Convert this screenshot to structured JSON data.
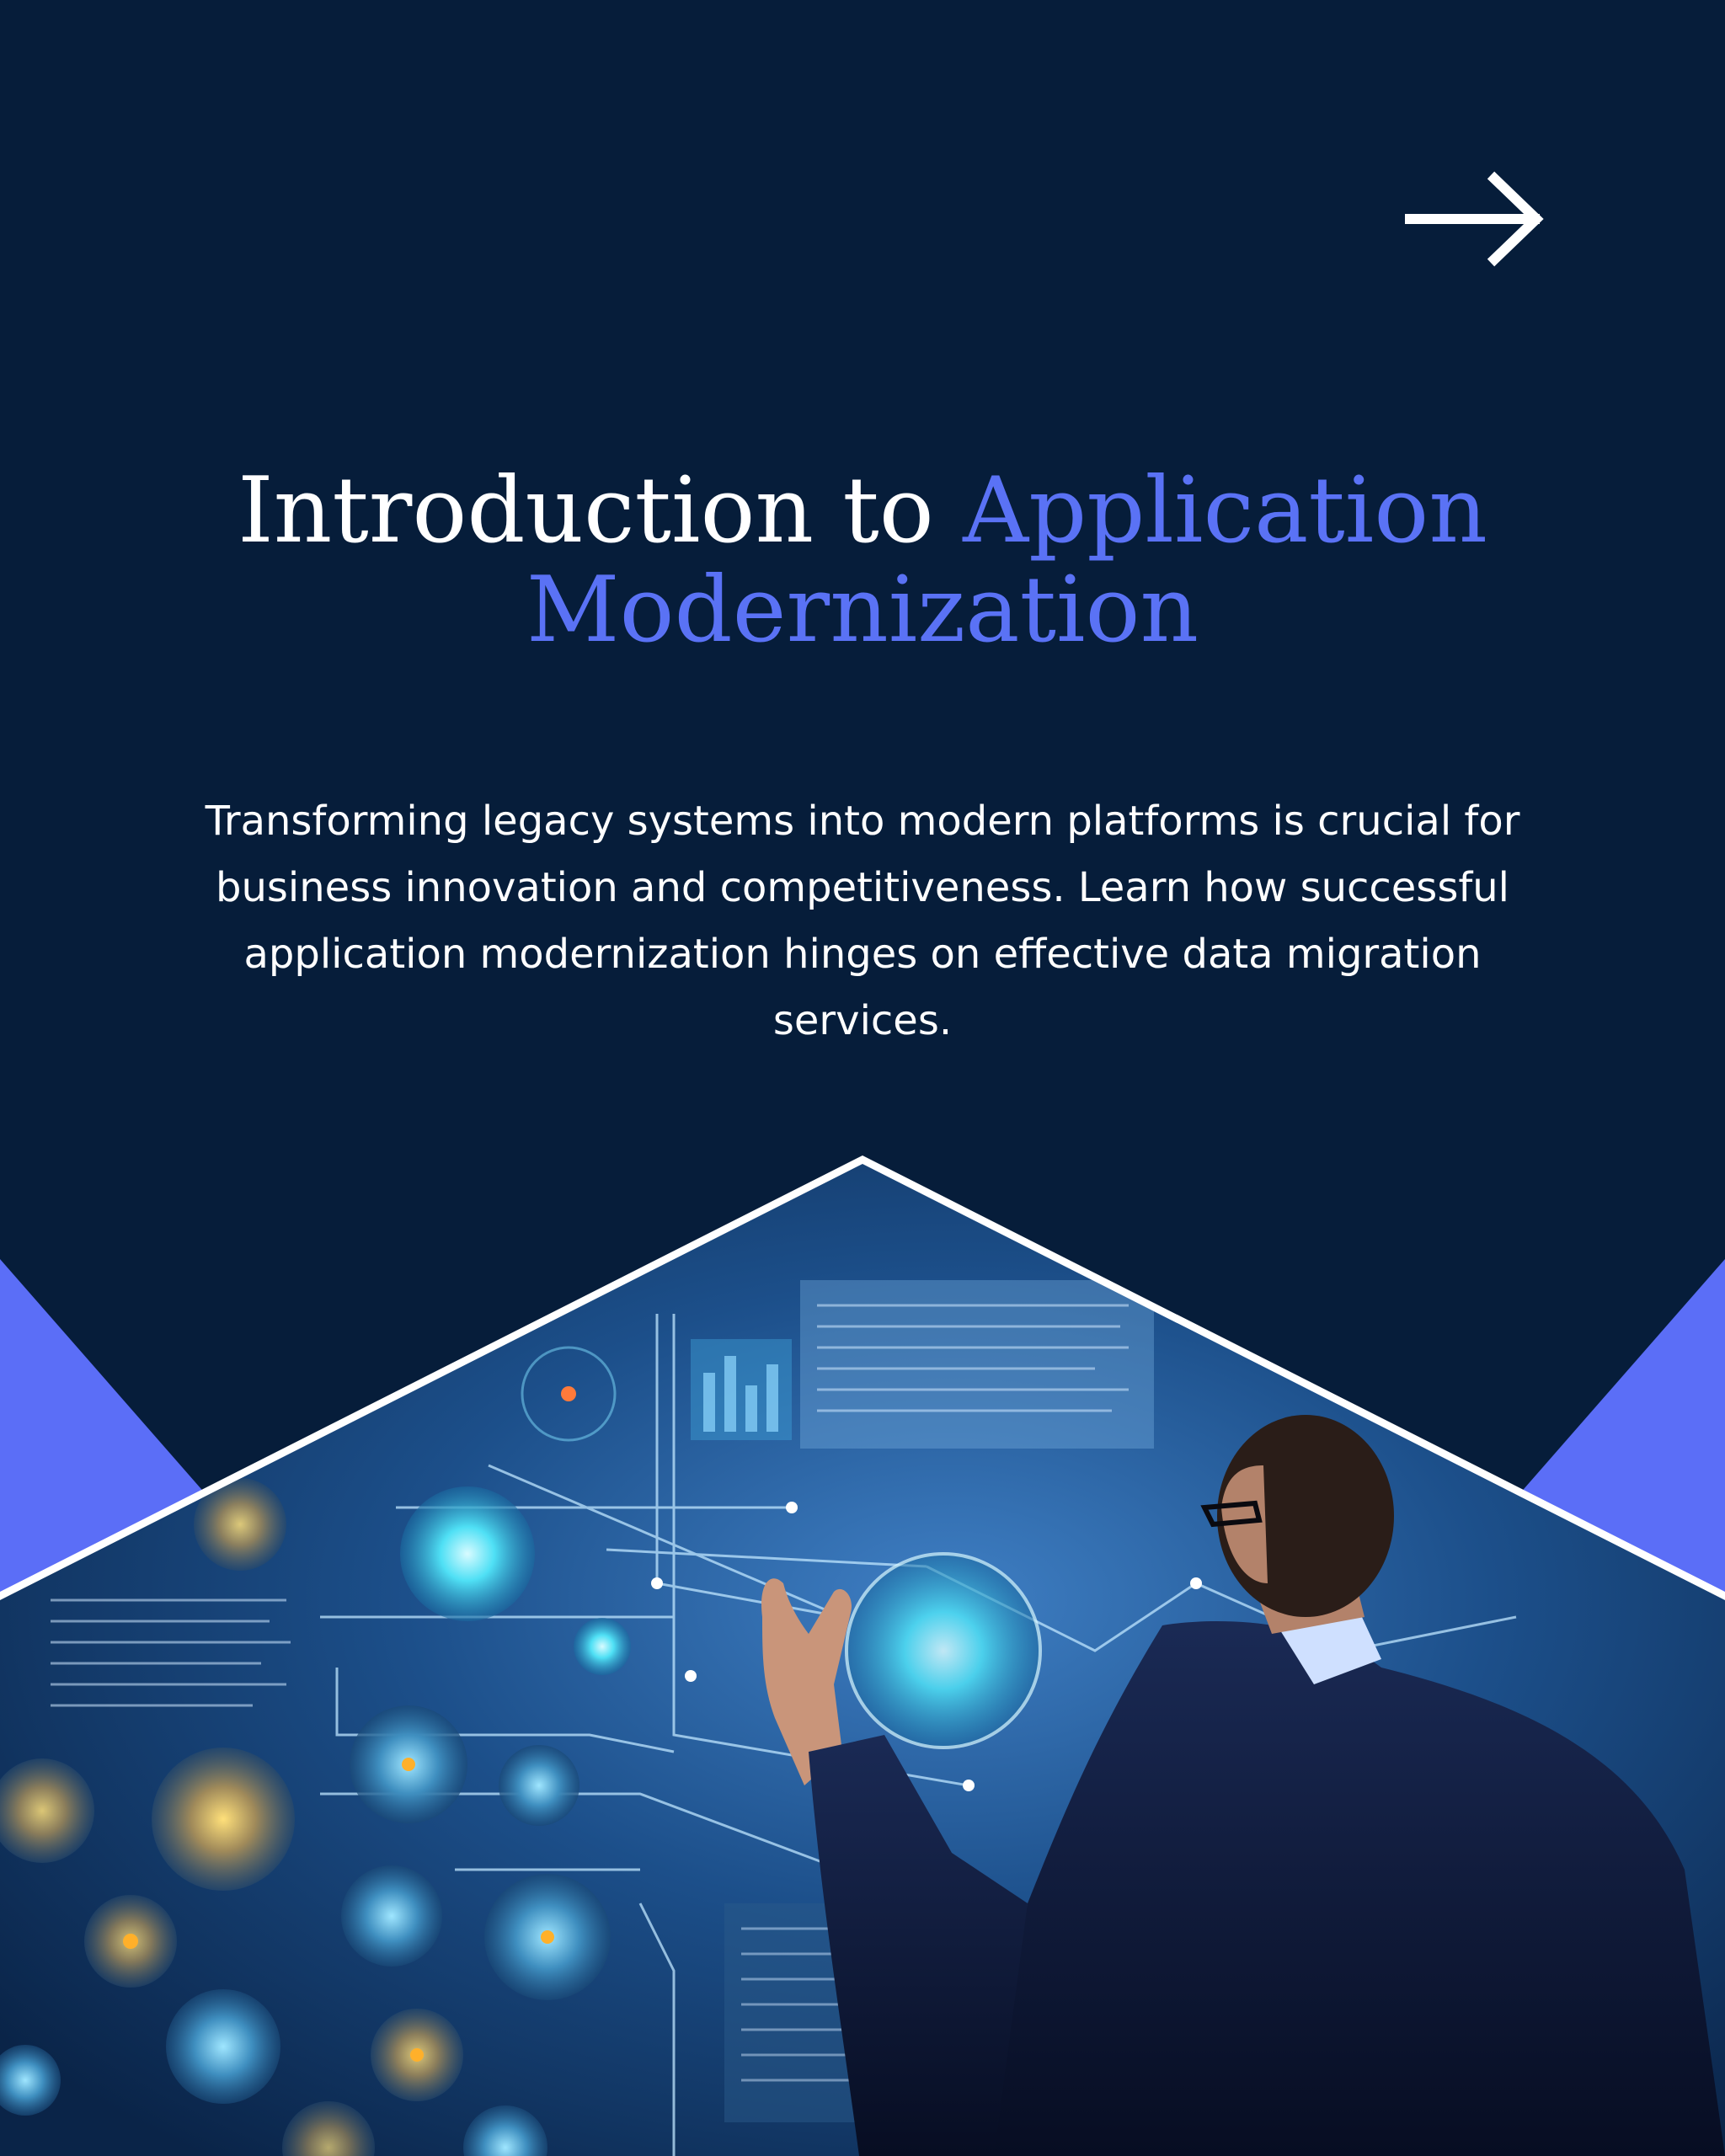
{
  "header": {
    "next_icon": "arrow-right-icon"
  },
  "title": {
    "part1": "Introduction to ",
    "part2": "Application",
    "part3": "Modernization"
  },
  "subtitle": {
    "text": "Transforming legacy systems into modern platforms is crucial for business innovation and competitiveness. Learn how successful application modernization hinges on effective data migration services."
  },
  "hero": {
    "image": "businessman-touching-holographic-data-interface"
  },
  "colors": {
    "background": "#061d3a",
    "accent": "#5a72f5",
    "accent_triangle": "#5b6ef7",
    "text": "#ffffff"
  }
}
